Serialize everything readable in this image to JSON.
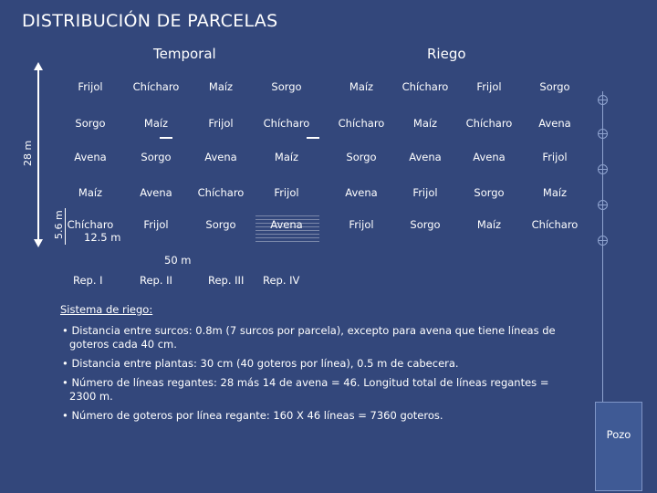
{
  "title": "DISTRIBUCIÓN DE PARCELAS",
  "sections": {
    "temporal": "Temporal",
    "riego": "Riego"
  },
  "dimensions": {
    "height_label": "28 m",
    "plot_height": "5.6 m",
    "plot_width": "12.5 m",
    "total_width": "50 m"
  },
  "temporal_rows": [
    [
      "Frijol",
      "Chícharo",
      "Maíz",
      "Sorgo"
    ],
    [
      "Sorgo",
      "Maíz",
      "Frijol",
      "Chícharo"
    ],
    [
      "Avena",
      "Sorgo",
      "Avena",
      "Maíz"
    ],
    [
      "Maíz",
      "Avena",
      "Chícharo",
      "Frijol"
    ],
    [
      "Chícharo",
      "Frijol",
      "Sorgo",
      "Avena"
    ]
  ],
  "riego_rows": [
    [
      "Maíz",
      "Chícharo",
      "Frijol",
      "Sorgo"
    ],
    [
      "Chícharo",
      "Maíz",
      "Chícharo",
      "Avena"
    ],
    [
      "Sorgo",
      "Avena",
      "Avena",
      "Frijol"
    ],
    [
      "Avena",
      "Frijol",
      "Sorgo",
      "Maíz"
    ],
    [
      "Frijol",
      "Sorgo",
      "Maíz",
      "Chícharo"
    ]
  ],
  "reps": [
    "Rep. I",
    "Rep. II",
    "Rep. III",
    "Rep. IV"
  ],
  "notes": {
    "heading": "Sistema de riego:",
    "items": [
      "• Distancia entre surcos: 0.8m (7 surcos por parcela), excepto para avena que tiene líneas de goteros cada 40 cm.",
      "• Distancia entre plantas: 30 cm (40 goteros por línea), 0.5 m de cabecera.",
      "• Número de líneas regantes: 28 más 14 de avena = 46. Longitud total de líneas regantes = 2300 m.",
      "• Número de goteros por línea regante: 160 X 46 líneas = 7360 goteros."
    ]
  },
  "pozo": "Pozo"
}
